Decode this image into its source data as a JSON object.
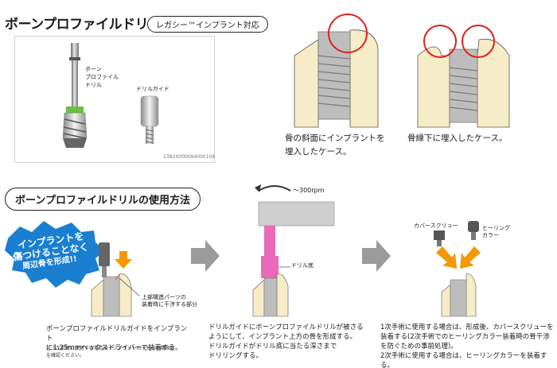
{
  "header": {
    "title": "ボーンプロファイルドリル",
    "legacy_badge": "レガシー™インプラント対応"
  },
  "photo": {
    "label_drill": [
      "ボーン",
      "プロファイル",
      "ドリル"
    ],
    "label_guide": "ドリルガイド",
    "product_code": "1382X000094000108"
  },
  "cases": [
    {
      "caption_lines": [
        "骨の斜面にインプラントを",
        "埋入したケース。"
      ]
    },
    {
      "caption_lines": [
        "骨縁下に埋入したケース。"
      ]
    }
  ],
  "usage": {
    "section_title": "ボーンプロファイルドリルの使用方法",
    "badge_lines": [
      "インプラントを",
      "傷つけることなく",
      "周辺骨を形成!!"
    ],
    "step1": {
      "callout_lines": [
        "上部構造パーツの",
        "装着時に干渉する部分"
      ],
      "desc_lines": [
        "ボーンプロファイルドリルガイドをインプラント",
        "に1.25mmヘックスドライバーで装着する。"
      ],
      "note_lines": [
        "注:1次手術に使用する場合はインプラントの十分な初期固定",
        "を確認ください。"
      ]
    },
    "step2": {
      "rpm_label": "〜300rpm",
      "drill_stop_label": "ドリル底",
      "desc_lines": [
        "ドリルガイドにボーンプロファイルドリルが被さる",
        "ようにして、インプラント上方の骨を形成する。",
        "ドリルガイドがドリル底に当たる深さまで",
        "ドリリングする。"
      ]
    },
    "step3": {
      "cover_screw_label": "カバースクリュー",
      "healing_collar_label": [
        "ヒーリング",
        "カラー"
      ],
      "desc_lines": [
        "1次手術に使用する場合は、形成後、カバースクリューを",
        "装着する(2次手術でのヒーリングカラー装着時の骨干渉",
        "を防ぐための事前処理)。",
        "2次手術に使用する場合は、ヒーリングカラーを装着する。"
      ]
    }
  },
  "colors": {
    "bone": "#f7ecc8",
    "implant": "#9a9a9a",
    "circle": "#e02020",
    "badge": "#1a7fd0",
    "arrow_orange": "#f39800",
    "drill_pink": "#e86ab8",
    "gray_arrow": "#9b9b9b"
  }
}
